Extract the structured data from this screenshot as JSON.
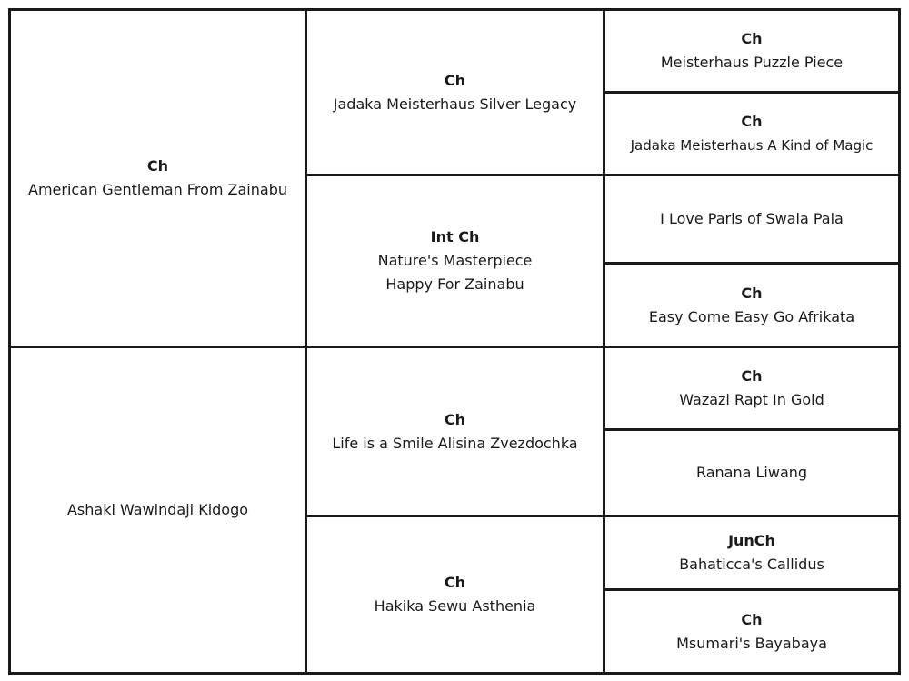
{
  "pedigree": {
    "sire": {
      "title": "Ch",
      "name": "American Gentleman From Zainabu"
    },
    "sire_sire": {
      "title": "Ch",
      "name": "Jadaka Meisterhaus Silver Legacy"
    },
    "sire_sire_sire": {
      "title": "Ch",
      "name": "Meisterhaus Puzzle Piece"
    },
    "sire_sire_dam": {
      "title": "Ch",
      "name": "Jadaka Meisterhaus A Kind of Magic"
    },
    "sire_dam": {
      "title": "Int Ch",
      "name_line1": "Nature's Masterpiece",
      "name_line2": "Happy For Zainabu"
    },
    "sire_dam_sire": {
      "name": "I Love Paris of Swala Pala"
    },
    "sire_dam_dam": {
      "title": "Ch",
      "name": "Easy Come Easy Go Afrikata"
    },
    "dam": {
      "name": "Ashaki Wawindaji Kidogo"
    },
    "dam_sire": {
      "title": "Ch",
      "name": "Life is a Smile Alisina Zvezdochka"
    },
    "dam_sire_sire": {
      "title": "Ch",
      "name": "Wazazi Rapt In Gold"
    },
    "dam_sire_dam": {
      "name": "Ranana Liwang"
    },
    "dam_dam": {
      "title": "Ch",
      "name": "Hakika Sewu Asthenia"
    },
    "dam_dam_sire": {
      "title": "JunCh",
      "name": "Bahaticca's Callidus"
    },
    "dam_dam_dam": {
      "title": "Ch",
      "name": "Msumari's Bayabaya"
    }
  }
}
